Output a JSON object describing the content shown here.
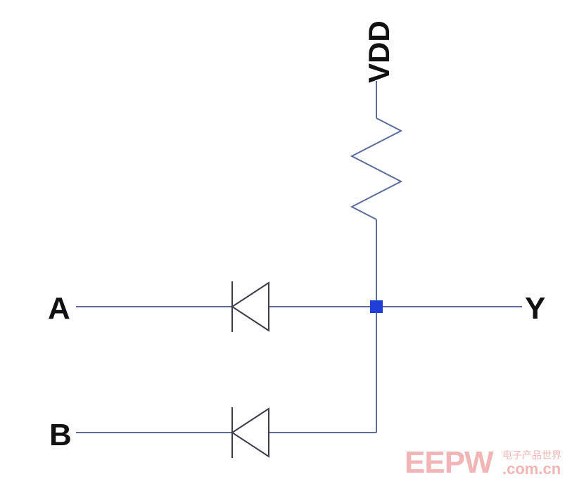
{
  "diagram": {
    "labels": {
      "supply": "VDD",
      "input_a": "A",
      "input_b": "B",
      "output": "Y"
    },
    "colors": {
      "wire": "#5b6c9c",
      "junction": "#1f3fd6",
      "watermark": "#f2b5b5"
    }
  },
  "watermark": {
    "logo": "EEPW",
    "tagline": "电子产品世界",
    "domain": ".com.cn"
  }
}
